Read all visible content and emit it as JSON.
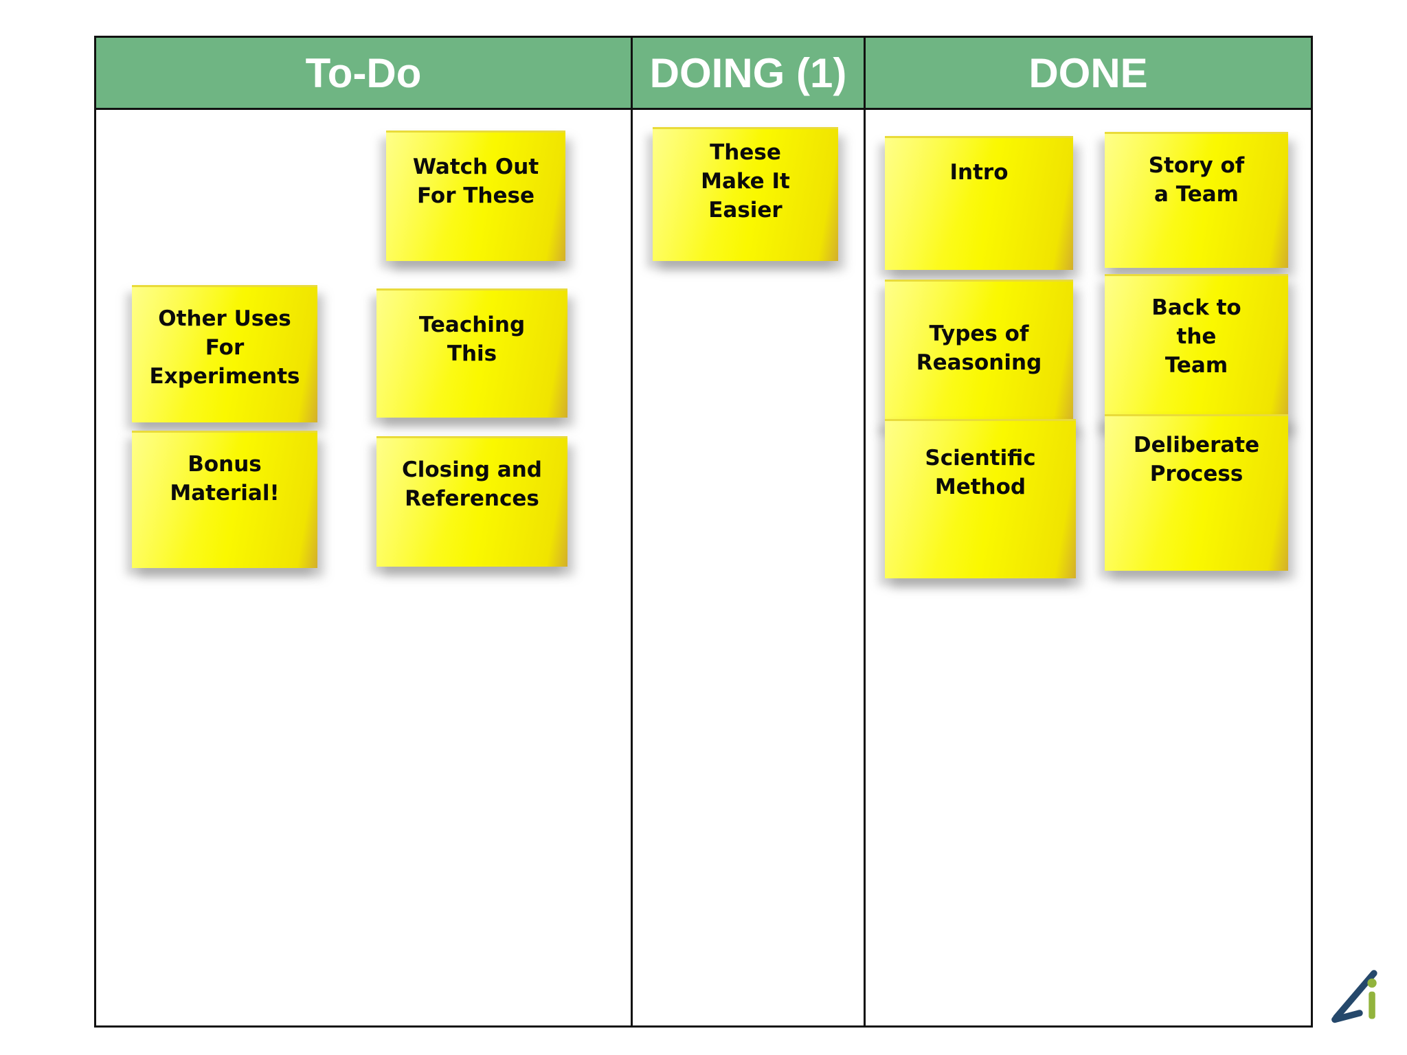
{
  "colors": {
    "header_green": "#6FB583",
    "border_black": "#111111",
    "note_yellow": "#FAF800",
    "note_yellow_light": "#FFFF55",
    "note_edge_gold": "#D3AF2B",
    "logo_navy": "#25486B",
    "logo_green": "#92B43D"
  },
  "board": {
    "columns": [
      {
        "id": "todo",
        "label": "To-Do"
      },
      {
        "id": "doing",
        "label": "DOING (1)"
      },
      {
        "id": "done",
        "label": "DONE"
      }
    ],
    "notes": [
      {
        "id": "watch-out-for-these",
        "column": "todo",
        "text": "Watch Out\nFor These"
      },
      {
        "id": "other-uses-for-experiments",
        "column": "todo",
        "text": "Other Uses\nFor\nExperiments"
      },
      {
        "id": "teaching-this",
        "column": "todo",
        "text": "Teaching\nThis"
      },
      {
        "id": "bonus-material",
        "column": "todo",
        "text": "Bonus\nMaterial!"
      },
      {
        "id": "closing-and-references",
        "column": "todo",
        "text": "Closing and\nReferences"
      },
      {
        "id": "these-make-it-easier",
        "column": "doing",
        "text": "These\nMake It\nEasier"
      },
      {
        "id": "intro",
        "column": "done",
        "text": "Intro"
      },
      {
        "id": "story-of-a-team",
        "column": "done",
        "text": "Story of\na Team"
      },
      {
        "id": "types-of-reasoning",
        "column": "done",
        "text": "Types of\nReasoning"
      },
      {
        "id": "back-to-the-team",
        "column": "done",
        "text": "Back to\nthe\nTeam"
      },
      {
        "id": "scientific-method",
        "column": "done",
        "text": "Scientific\nMethod"
      },
      {
        "id": "deliberate-process",
        "column": "done",
        "text": "Deliberate\nProcess"
      }
    ]
  }
}
